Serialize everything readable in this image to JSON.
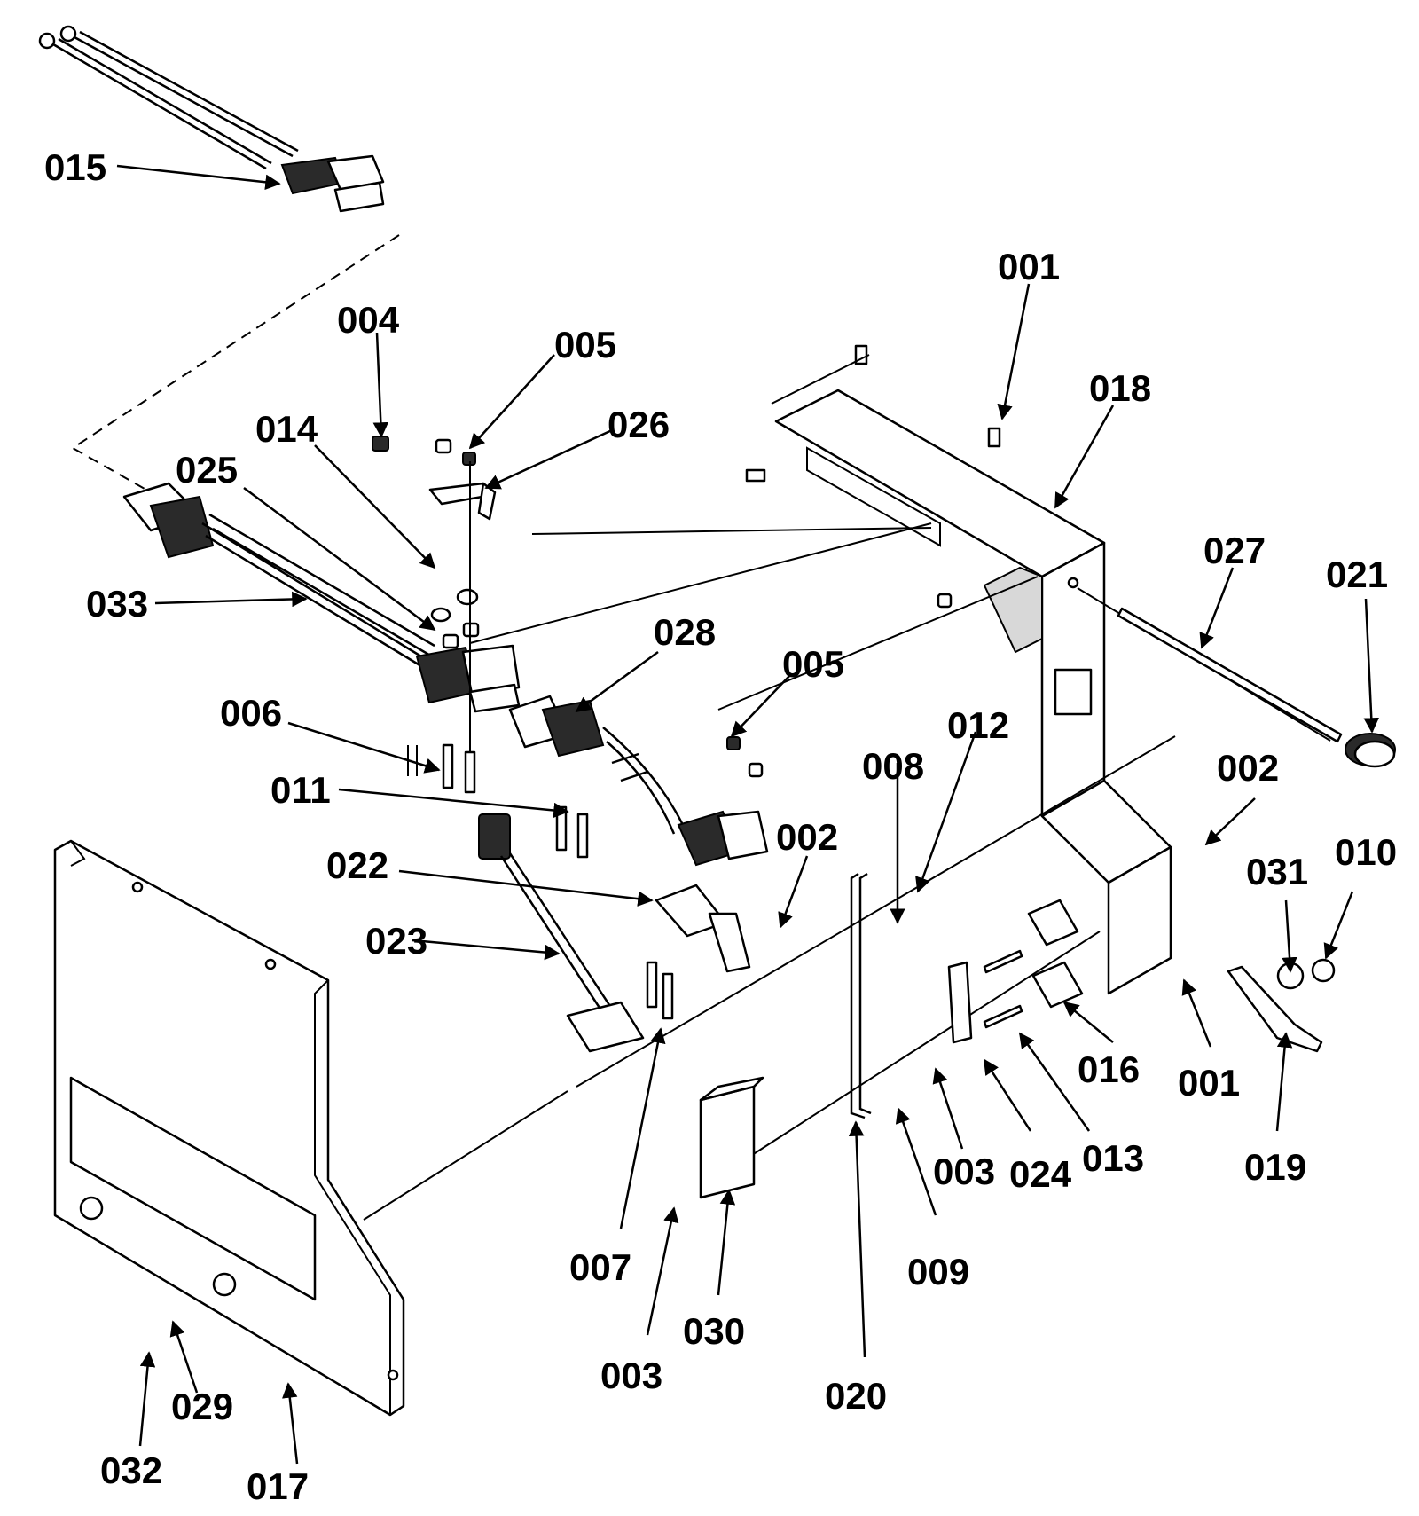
{
  "callouts": {
    "c015": "015",
    "c004": "004",
    "c005a": "005",
    "c026": "026",
    "c001a": "001",
    "c018": "018",
    "c014": "014",
    "c025": "025",
    "c033": "033",
    "c027": "027",
    "c021": "021",
    "c028": "028",
    "c005b": "005",
    "c006": "006",
    "c012": "012",
    "c008": "008",
    "c002a": "002",
    "c011": "011",
    "c002b": "002",
    "c031": "031",
    "c010": "010",
    "c022": "022",
    "c023": "023",
    "c016": "016",
    "c001b": "001",
    "c003a": "003",
    "c024": "024",
    "c013": "013",
    "c019": "019",
    "c007": "007",
    "c009": "009",
    "c003b": "003",
    "c030": "030",
    "c020": "020",
    "c029": "029",
    "c032": "032",
    "c017": "017"
  }
}
